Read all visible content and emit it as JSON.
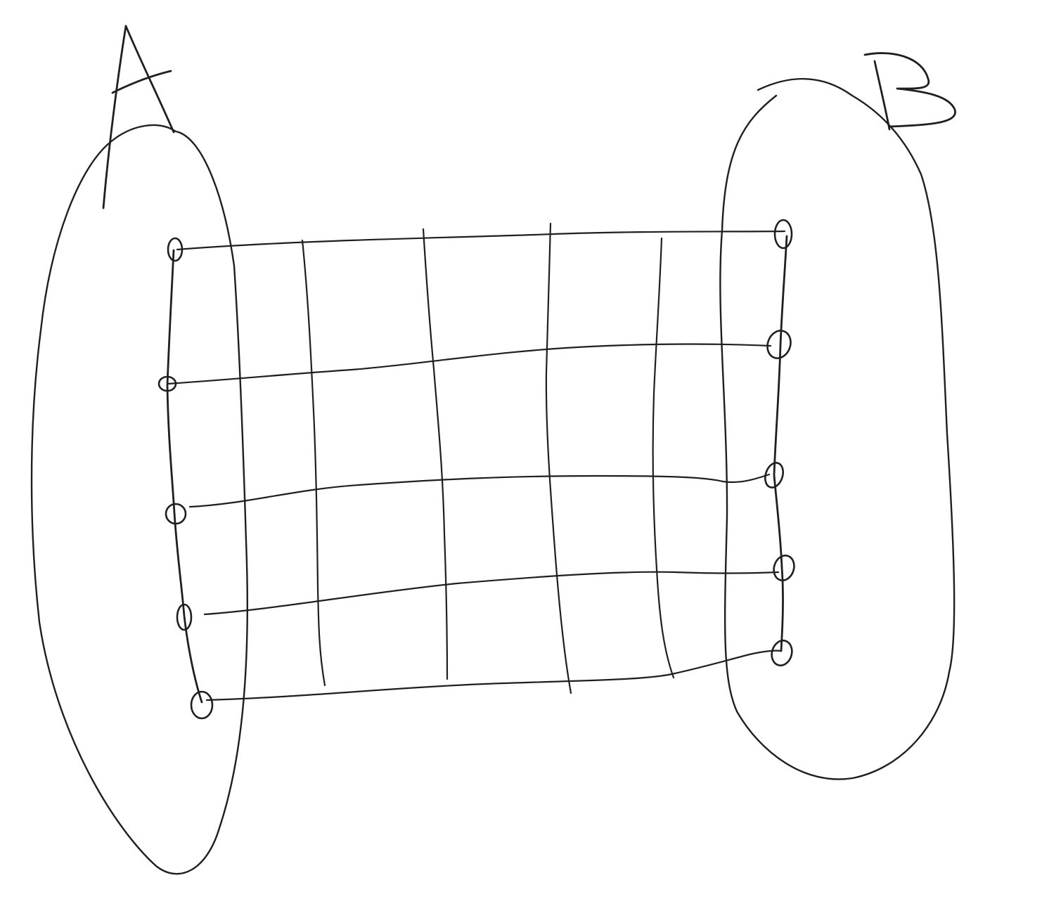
{
  "diagram": {
    "colors": {
      "ink": "#1f1f1f",
      "background": "#ffffff"
    },
    "labels": {
      "a": "A",
      "b": "B"
    },
    "grid": {
      "horizontal_line_count": 5,
      "vertical_line_count": 4,
      "left_vertex_count": 5,
      "right_vertex_count": 5
    }
  }
}
